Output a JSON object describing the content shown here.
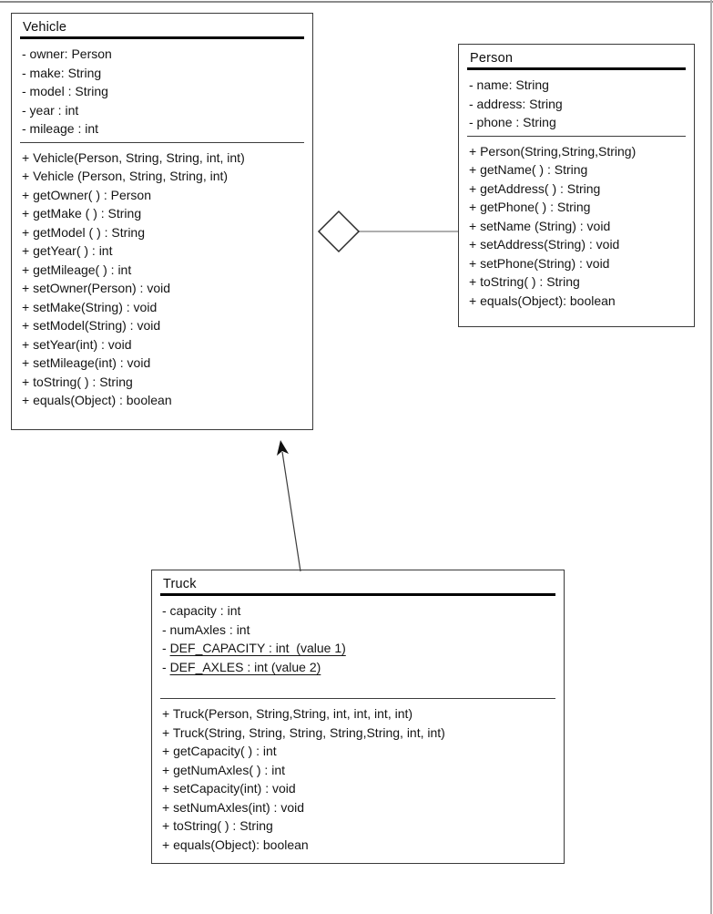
{
  "diagram": {
    "classes": [
      {
        "name": "Vehicle",
        "attributes": [
          "- owner: Person",
          "- make: String",
          "- model : String",
          "- year : int",
          "- mileage : int"
        ],
        "methods": [
          "+ Vehicle(Person, String, String, int, int)",
          "+ Vehicle (Person, String, String, int)",
          "+ getOwner( ) : Person",
          "+ getMake ( ) : String",
          "+ getModel ( ) : String",
          "+ getYear( ) : int",
          "+ getMileage( ) : int",
          "+ setOwner(Person) : void",
          "+ setMake(String) : void",
          "+ setModel(String) : void",
          "+ setYear(int) : void",
          "+ setMileage(int) : void",
          "+ toString( ) : String",
          "+ equals(Object) : boolean"
        ]
      },
      {
        "name": "Person",
        "attributes": [
          "- name: String",
          "- address: String",
          "- phone : String"
        ],
        "methods": [
          "+ Person(String,String,String)",
          "+ getName( ) : String",
          "+ getAddress( ) : String",
          "+ getPhone( ) : String",
          "+ setName (String) : void",
          "+ setAddress(String) : void",
          "+ setPhone(String) : void",
          "+ toString( ) : String",
          "+ equals(Object): boolean"
        ]
      },
      {
        "name": "Truck",
        "attributes": [
          "- capacity : int",
          "- numAxles : int",
          {
            "prefix": "- ",
            "text": "DEF_CAPACITY : int  (value 1)",
            "underline": true
          },
          {
            "prefix": "- ",
            "text": "DEF_AXLES : int (value 2)",
            "underline": true
          }
        ],
        "methods": [
          "+ Truck(Person, String,String, int, int, int, int)",
          "+ Truck(String, String, String, String,String, int, int)",
          "+ getCapacity( ) : int",
          "+ getNumAxles( ) : int",
          "+ setCapacity(int) : void",
          "+ setNumAxles(int) : void",
          "+ toString( ) : String",
          "+ equals(Object): boolean"
        ]
      }
    ],
    "relationships": [
      {
        "type": "aggregation",
        "from": "Vehicle",
        "to": "Person",
        "marker": "hollow-diamond"
      },
      {
        "type": "generalization",
        "from": "Truck",
        "to": "Vehicle",
        "marker": "arrowhead"
      }
    ],
    "colors": {
      "box_border": "#3a3a3a",
      "title_rule": "#000000",
      "text": "#141414",
      "aggregation_line": "#7f7f7f",
      "arrow": "#2b2b2b"
    }
  }
}
